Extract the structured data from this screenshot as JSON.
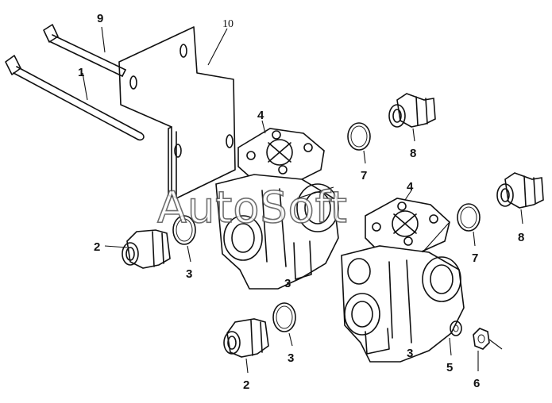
{
  "watermark": "AutoSoft",
  "callouts": {
    "c1": "1",
    "c2a": "2",
    "c2b": "2",
    "c3a": "3",
    "c3b": "3",
    "c3c": "3",
    "c3d": "3",
    "c4a": "4",
    "c4b": "4",
    "c5": "5",
    "c6": "6",
    "c7a": "7",
    "c7b": "7",
    "c8a": "8",
    "c8b": "8",
    "c9": "9",
    "c10": "10"
  },
  "colors": {
    "line": "#111111",
    "background": "#ffffff"
  }
}
